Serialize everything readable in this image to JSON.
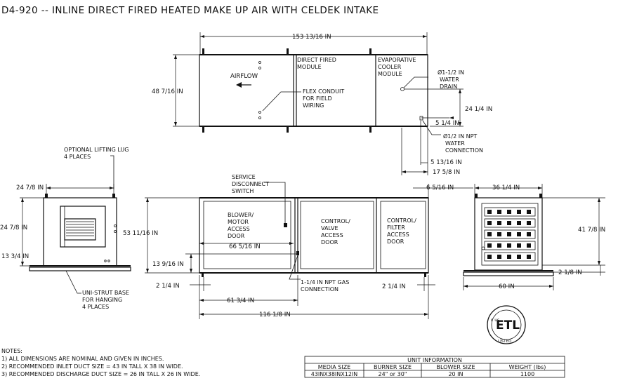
{
  "title": "D4-920 -- INLINE DIRECT FIRED HEATED MAKE UP AIR WITH CELDEK INTAKE",
  "top_view": {
    "overall_length": "153 13/16 IN",
    "height": "48 7/16 IN",
    "airflow": "AIRFLOW",
    "module_direct_fired": [
      "DIRECT FIRED",
      "MODULE"
    ],
    "module_evaporative": [
      "EVAPORATIVE",
      "COOLER",
      "MODULE"
    ],
    "flex_conduit": [
      "FLEX CONDUIT",
      "FOR FIELD",
      "WIRING"
    ],
    "water_drain": [
      "Ø1-1/2 IN",
      "WATER",
      "DRAIN"
    ],
    "dim_24_1_4": "24 1/4 IN",
    "dim_5_1_4": "5 1/4 IN",
    "water_connection": [
      "Ø1/2 IN NPT",
      "WATER",
      "CONNECTION"
    ],
    "dim_5_13_16": "5 13/16 IN",
    "dim_17_5_8": "17 5/8 IN"
  },
  "left_view": {
    "lifting_lug": [
      "OPTIONAL LIFTING LUG",
      "4 PLACES"
    ],
    "width": "24 7/8 IN",
    "height": "24 7/8 IN",
    "dim_13_3_4": "13 3/4 IN",
    "unistrut": [
      "UNI-STRUT BASE",
      "FOR HANGING",
      "4 PLACES"
    ]
  },
  "front_view": {
    "service_disconnect": [
      "SERVICE",
      "DISCONNECT",
      "SWITCH"
    ],
    "height": "53 11/16 IN",
    "blower_door": [
      "BLOWER/",
      "MOTOR",
      "ACCESS",
      "DOOR"
    ],
    "control_valve_door": [
      "CONTROL/",
      "VALVE",
      "ACCESS",
      "DOOR"
    ],
    "control_filter_door": [
      "CONTROL/",
      "FILTER",
      "ACCESS",
      "DOOR"
    ],
    "dim_66_5_16": "66 5/16 IN",
    "dim_13_9_16": "13 9/16 IN",
    "dim_2_1_4_left": "2 1/4 IN",
    "gas_connection": [
      "1-1/4 IN NPT GAS",
      "CONNECTION"
    ],
    "dim_2_1_4_right": "2 1/4 IN",
    "dim_61_3_4": "61 3/4 IN",
    "overall_length": "116 1/8 IN",
    "dim_6_5_16": "6 5/16 IN"
  },
  "right_view": {
    "width": "36 1/4 IN",
    "height": "41 7/8 IN",
    "dim_2_1_8": "2 1/8 IN",
    "base_width": "60 IN"
  },
  "notes": {
    "heading": "NOTES:",
    "items": [
      "1)   ALL DIMENSIONS ARE NOMINAL AND GIVEN IN INCHES.",
      "2)   RECOMMENDED INLET DUCT SIZE = 43 IN TALL X 38 IN WIDE.",
      "3)   RECOMMENDED DISCHARGE DUCT SIZE = 26 IN TALL X 26 IN WIDE."
    ]
  },
  "unit_info": {
    "title": "UNIT INFORMATION",
    "headers": [
      "MEDIA SIZE",
      "BURNER SIZE",
      "BLOWER SIZE",
      "WEIGHT (lbs)"
    ],
    "row": [
      "43INX38INX12IN",
      "24\" or 30\"",
      "20 IN",
      "1100"
    ]
  },
  "logo": {
    "text": "ETL",
    "sub": "c    us",
    "listed": "LISTED"
  }
}
